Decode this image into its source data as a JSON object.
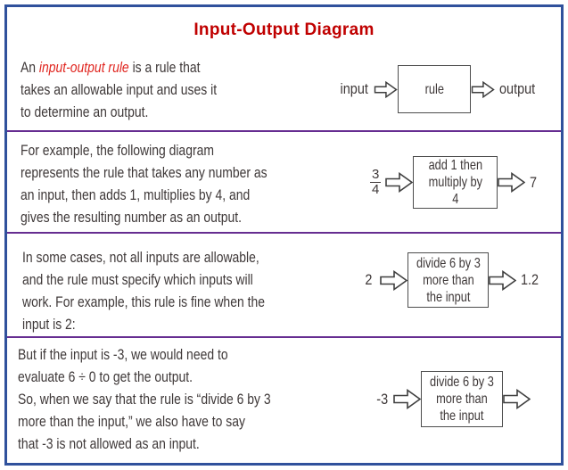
{
  "title": "Input-Output Diagram",
  "colors": {
    "frame_border": "#30519c",
    "divider": "#662d91",
    "title_red": "#c00000",
    "highlight_red": "#e0251f",
    "body_text": "#3e3838",
    "box_border": "#4d4d4d"
  },
  "sections": [
    {
      "intro": {
        "prefix": "An ",
        "highlight": "input-output rule",
        "suffix": " is a rule that"
      },
      "lines": "takes an allowable input and uses it\nto determine an output.",
      "diagram": {
        "input_label": "input",
        "box_text": "rule",
        "output_label": "output"
      }
    },
    {
      "lines": "For example, the following diagram\nrepresents the rule that takes any number as\nan input, then adds 1, multiplies by 4, and\ngives the resulting number as an output.",
      "diagram": {
        "input_numerator": "3",
        "input_denominator": "4",
        "box_text": "add 1 then\nmultiply by\n4",
        "output_label": "7"
      }
    },
    {
      "lines": "In some cases, not all inputs are allowable,\nand the rule must specify which inputs will\nwork. For example, this rule is fine when the\ninput is 2:",
      "diagram": {
        "input_label": "2",
        "box_text": "divide 6 by 3\nmore than\nthe input",
        "output_label": "1.2"
      }
    },
    {
      "lines": "But if the input is -3, we would need to\nevaluate 6 ÷ 0 to get the output.\nSo, when we say that the rule is “divide 6 by 3\nmore than the input,” we also have to say\nthat -3 is not allowed as an input.",
      "diagram": {
        "input_label": "-3",
        "box_text": "divide 6 by 3\nmore than\nthe input",
        "output_label": ""
      }
    }
  ]
}
